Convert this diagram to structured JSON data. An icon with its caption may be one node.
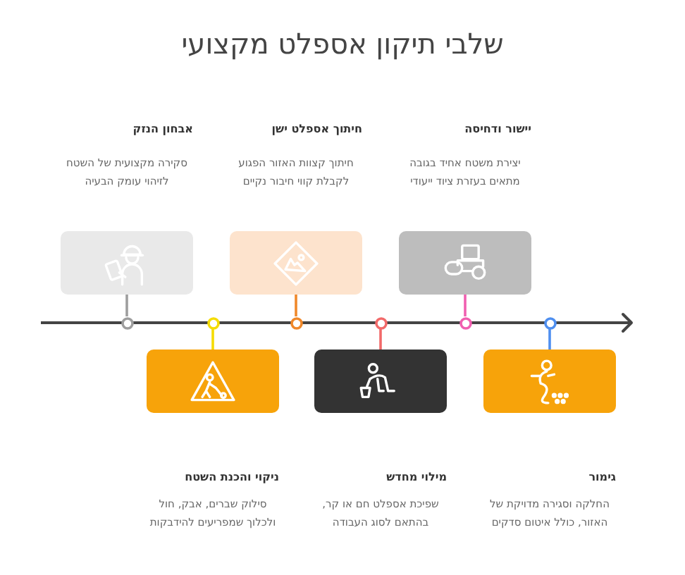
{
  "diagram": {
    "title": "שלבי תיקון אספלט מקצועי",
    "nodes": [
      {
        "text": [],
        "shape": "box",
        "beside": [
          "אבחון הנזק",
          "סקירה מקצועית של השטח לזיהוי עומק הבעיה"
        ]
      },
      {
        "text": [],
        "shape": "box",
        "beside": [
          "ניקוי והכנת השטח",
          "סילוק שברים, אבק, חול ולכלוך שמפריעים להידבקות"
        ]
      },
      {
        "text": [],
        "shape": "box",
        "beside": [
          "חיתוך אספלט ישן",
          "חיתוך קצוות האזור הפגוע לקבלת קווי חיבור נקיים"
        ]
      },
      {
        "text": [],
        "shape": "box",
        "beside": [
          "מילוי מחדש",
          "שפיכת אספלט חם או קר, בהתאם לסוג העבודה"
        ]
      },
      {
        "text": [],
        "shape": "box",
        "beside": [
          "יישור ודחיסה",
          "יצירת משטח אחיד בגובה מתאים בעזרת ציוד ייעודי"
        ]
      },
      {
        "text": [],
        "shape": "box",
        "beside": [
          "גימור",
          "החלקה וסגירה מדויקת של האזור, כולל איטום סדקים"
        ]
      },
      {
        "text": [],
        "shape": "circle"
      },
      {
        "text": [],
        "shape": "circle"
      },
      {
        "text": [],
        "shape": "circle"
      },
      {
        "text": [],
        "shape": "circle"
      },
      {
        "text": [],
        "shape": "circle"
      },
      {
        "text": [],
        "shape": "circle"
      }
    ],
    "edges": [
      {
        "from": 0,
        "to": 6,
        "arrow": "none",
        "color": "#9e9e9e"
      },
      {
        "from": 7,
        "to": 1,
        "arrow": "none",
        "color": "#f5dc00"
      },
      {
        "from": 2,
        "to": 8,
        "arrow": "none",
        "color": "#f0882a"
      },
      {
        "from": 9,
        "to": 3,
        "arrow": "none",
        "color": "#f26a6a"
      },
      {
        "from": 4,
        "to": 10,
        "arrow": "none",
        "color": "#f05fb0"
      },
      {
        "from": 11,
        "to": 5,
        "arrow": "none",
        "color": "#4f8ff0"
      }
    ]
  }
}
